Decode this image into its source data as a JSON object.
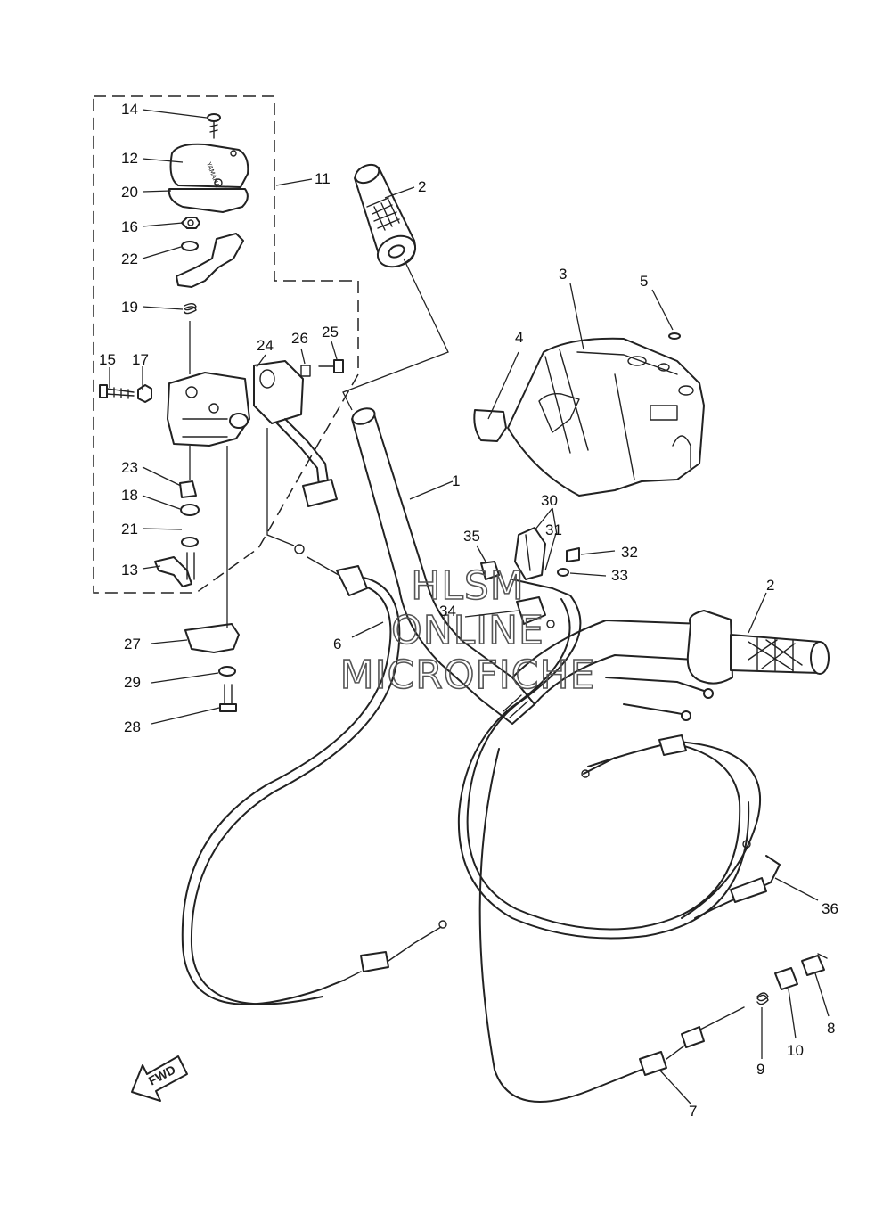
{
  "diagram": {
    "callouts": [
      "1",
      "2",
      "3",
      "4",
      "5",
      "6",
      "7",
      "8",
      "9",
      "10",
      "11",
      "12",
      "13",
      "14",
      "15",
      "16",
      "17",
      "18",
      "19",
      "20",
      "21",
      "22",
      "23",
      "24",
      "25",
      "26",
      "27",
      "28",
      "29",
      "30",
      "31",
      "32",
      "33",
      "34",
      "35",
      "36"
    ],
    "fwd_label": "FWD",
    "cover_brand": "YAMAHA",
    "watermark": [
      "HLSM",
      "ONLINE",
      "MICROFICHE"
    ]
  }
}
